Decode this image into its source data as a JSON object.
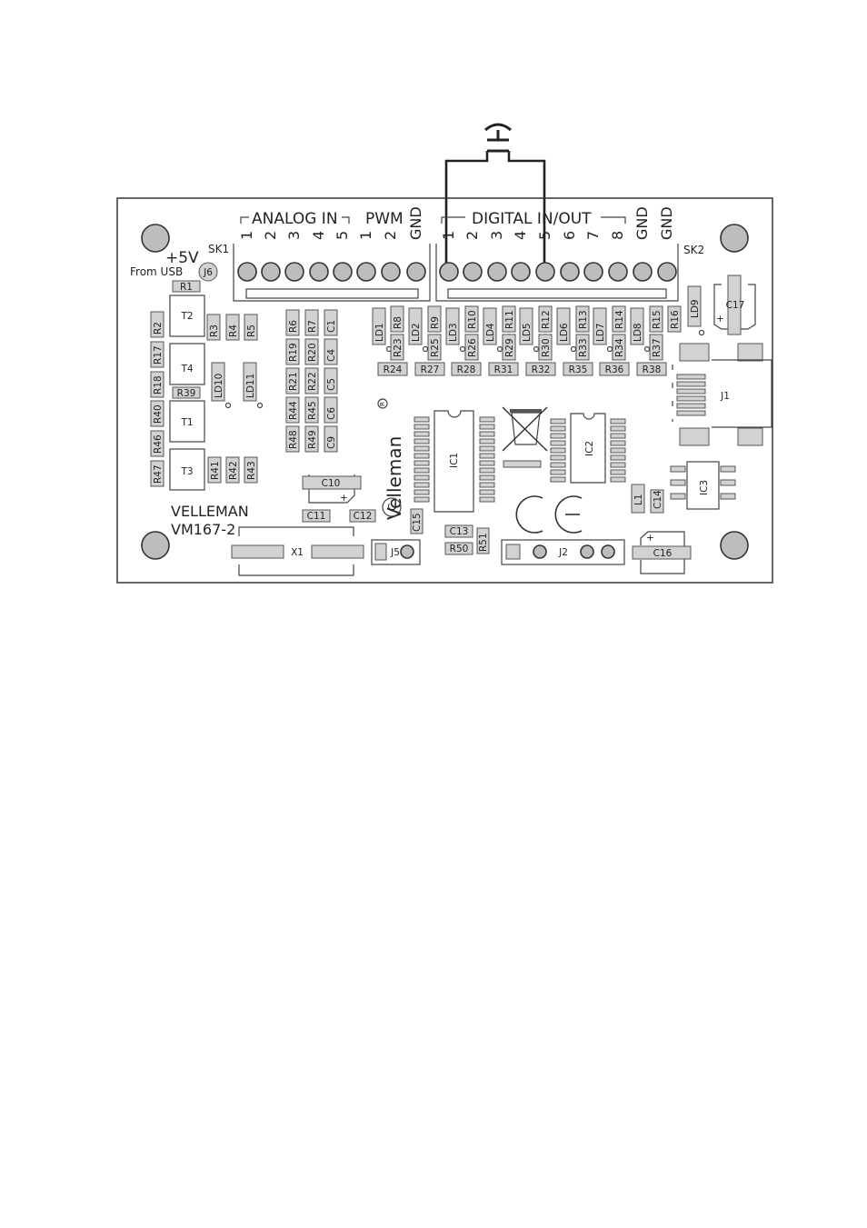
{
  "board": {
    "brand": "VELLEMAN",
    "model": "VM167-2",
    "power": "+5V",
    "power_source": "From USB",
    "logo_text": "Velleman",
    "copyright": "C",
    "registered": "R",
    "ce_mark": "CE"
  },
  "headers": {
    "analog_in": "ANALOG IN",
    "pwm": "PWM",
    "digital": "DIGITAL IN/OUT",
    "sk1": "SK1",
    "sk2": "SK2",
    "sk1_pins": [
      "1",
      "2",
      "3",
      "4",
      "5",
      "1",
      "2",
      "GND"
    ],
    "sk2_pins": [
      "1",
      "2",
      "3",
      "4",
      "5",
      "6",
      "7",
      "8",
      "GND",
      "GND"
    ]
  },
  "components": {
    "J6": "J6",
    "R1": "R1",
    "R2": "R2",
    "R3": "R3",
    "R4": "R4",
    "R5": "R5",
    "T2": "T2",
    "T4": "T4",
    "T1": "T1",
    "T3": "T3",
    "R17": "R17",
    "R18": "R18",
    "R39": "R39",
    "R40": "R40",
    "R46": "R46",
    "R47": "R47",
    "R41": "R41",
    "R42": "R42",
    "R43": "R43",
    "LD10": "LD10",
    "LD11": "LD11",
    "R6": "R6",
    "R7": "R7",
    "C1": "C1",
    "R19": "R19",
    "R20": "R20",
    "C4": "C4",
    "R21": "R21",
    "R22": "R22",
    "C5": "C5",
    "R44": "R44",
    "R45": "R45",
    "C6": "C6",
    "R48": "R48",
    "R49": "R49",
    "C9": "C9",
    "C10": "C10",
    "C11": "C11",
    "C12": "C12",
    "X1": "X1",
    "J5": "J5",
    "IC1": "IC1",
    "IC2": "IC2",
    "IC3": "IC3",
    "C13": "C13",
    "R50": "R50",
    "R51": "R51",
    "C15": "C15",
    "J2": "J2",
    "C16": "C16",
    "L1": "L1",
    "C14": "C14",
    "J1": "J1",
    "C17": "C17",
    "LD9": "LD9",
    "R16": "R16",
    "LD1": "LD1",
    "R8": "R8",
    "R23": "R23",
    "R24": "R24",
    "LD2": "LD2",
    "R9": "R9",
    "R25": "R25",
    "R27": "R27",
    "LD3": "LD3",
    "R10": "R10",
    "R26": "R26",
    "R28": "R28",
    "LD4": "LD4",
    "R11": "R11",
    "R29": "R29",
    "R31": "R31",
    "LD5": "LD5",
    "R12": "R12",
    "R30": "R30",
    "R32": "R32",
    "LD6": "LD6",
    "R13": "R13",
    "R33": "R33",
    "R35": "R35",
    "LD7": "LD7",
    "R14": "R14",
    "R34": "R34",
    "R36": "R36",
    "LD8": "LD8",
    "R15": "R15",
    "R37": "R37",
    "R38": "R38"
  },
  "polarity": {
    "plus": "+"
  }
}
